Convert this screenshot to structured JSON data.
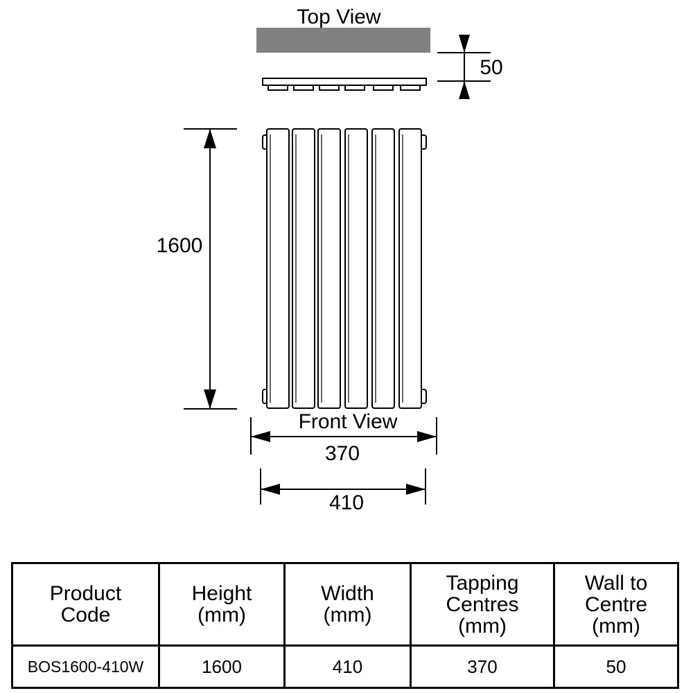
{
  "drawing": {
    "top_view_label": "Top View",
    "front_view_label": "Front View",
    "depth_dimension": "50",
    "height_dimension": "1600",
    "tapping_centres_dimension": "370",
    "width_dimension": "410",
    "column_count": 6,
    "top_view_fill": "#808080"
  },
  "table": {
    "headers": [
      "Product\nCode",
      "Height\n(mm)",
      "Width\n(mm)",
      "Tapping\nCentres\n(mm)",
      "Wall to\nCentre\n(mm)"
    ],
    "row": [
      "BOS1600-410W",
      "1600",
      "410",
      "370",
      "50"
    ]
  }
}
